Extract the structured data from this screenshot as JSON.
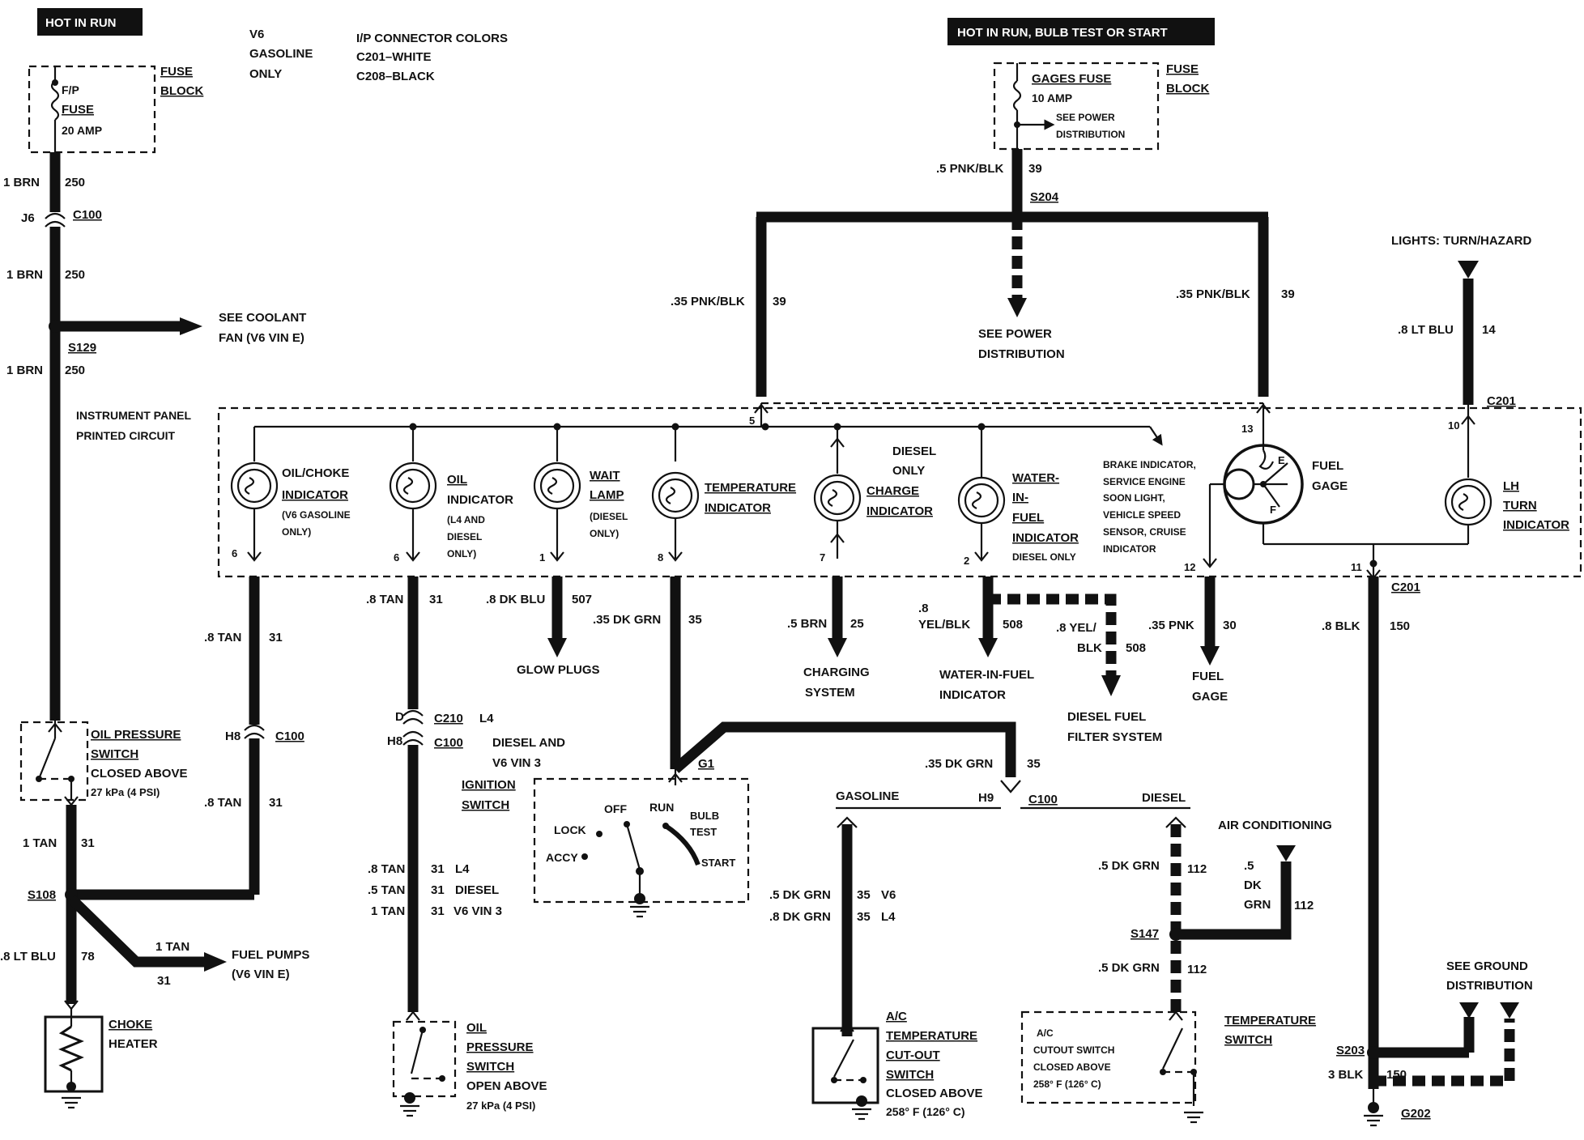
{
  "headers": {
    "hot_in_run": "HOT IN RUN",
    "hot_in_run_bulb": "HOT IN RUN, BULB TEST OR START"
  },
  "notes": {
    "v6_1": "V6",
    "v6_2": "GASOLINE",
    "v6_3": "ONLY",
    "ip_1": "I/P CONNECTOR COLORS",
    "ip_2": "C201–WHITE",
    "ip_3": "C208–BLACK"
  },
  "left_fuse": {
    "fp": "F/P",
    "fuse": "FUSE",
    "amp": "20 AMP",
    "block1": "FUSE",
    "block2": "BLOCK"
  },
  "gages_fuse": {
    "name": "GAGES FUSE",
    "amp": "10 AMP",
    "see1": "SEE POWER",
    "see2": "DISTRIBUTION",
    "block1": "FUSE",
    "block2": "BLOCK"
  },
  "left_wires": {
    "w1": "1 BRN",
    "n1": "250",
    "j6": "J6",
    "c100": "C100",
    "w2": "1 BRN",
    "n2": "250",
    "s129": "S129",
    "w3": "1 BRN",
    "n3": "250",
    "coolant1": "SEE COOLANT",
    "coolant2": "FAN (V6 VIN E)"
  },
  "top_wires": {
    "w39a": ".5 PNK/BLK",
    "n39a": "39",
    "s204": "S204",
    "w39b": ".35 PNK/BLK",
    "n39b": "39",
    "w39c": ".35 PNK/BLK",
    "n39c": "39",
    "see_power1": "SEE POWER",
    "see_power2": "DISTRIBUTION",
    "lights": "LIGHTS: TURN/HAZARD",
    "w14": ".8 LT BLU",
    "n14": "14",
    "c201": "C201"
  },
  "panel": {
    "title1": "INSTRUMENT PANEL",
    "title2": "PRINTED CIRCUIT",
    "oil_choke1": "OIL/CHOKE",
    "oil_choke2": "INDICATOR",
    "oil_choke3": "(V6 GASOLINE",
    "oil_choke4": "ONLY)",
    "oil1": "OIL",
    "oil2": "INDICATOR",
    "oil3": "(L4 AND",
    "oil4": "DIESEL",
    "oil5": "ONLY)",
    "wait1": "WAIT",
    "wait2": "LAMP",
    "wait3": "(DIESEL",
    "wait4": "ONLY)",
    "temp1": "TEMPERATURE",
    "temp2": "INDICATOR",
    "diesel1": "DIESEL",
    "diesel2": "ONLY",
    "charge1": "CHARGE",
    "charge2": "INDICATOR",
    "wif1": "WATER-",
    "wif2": "IN-",
    "wif3": "FUEL",
    "wif4": "INDICATOR",
    "wif5": "DIESEL ONLY",
    "brake1": "BRAKE INDICATOR,",
    "brake2": "SERVICE ENGINE",
    "brake3": "SOON LIGHT,",
    "brake4": "VEHICLE SPEED",
    "brake5": "SENSOR, CRUISE",
    "brake6": "INDICATOR",
    "fuel1": "FUEL",
    "fuel2": "GAGE",
    "gage_e": "E",
    "gage_f": "F",
    "lh1": "LH",
    "lh2": "TURN",
    "lh3": "INDICATOR",
    "pin5": "5",
    "pin13": "13",
    "pin10": "10",
    "pin6a": "6",
    "pin6b": "6",
    "pin1": "1",
    "pin8": "8",
    "pin7": "7",
    "pin2": "2",
    "pin12": "12",
    "pin11": "11",
    "c201b": "C201"
  },
  "lower_wires": {
    "w31a": ".8 TAN",
    "n31a": "31",
    "w31b": ".8 TAN",
    "n31b": "31",
    "w507": ".8 DK BLU",
    "n507": "507",
    "w35": ".35 DK GRN",
    "n35": "35",
    "w25": ".5 BRN",
    "n25": "25",
    "w508a1": ".8",
    "w508a2": "YEL/BLK",
    "n508a": "508",
    "w508b1": ".8 YEL/",
    "w508b2": "BLK",
    "n508b": "508",
    "w30": ".35 PNK",
    "n30": "30",
    "w150": ".8 BLK",
    "n150": "150",
    "glow": "GLOW PLUGS",
    "charging1": "CHARGING",
    "charging2": "SYSTEM",
    "wifind1": "WATER-IN-FUEL",
    "wifind2": "INDICATOR",
    "dfuel1": "DIESEL FUEL",
    "dfuel2": "FILTER SYSTEM",
    "fgage1": "FUEL",
    "fgage2": "GAGE"
  },
  "oil_switch": {
    "h8": "H8",
    "c100": "C100",
    "w31": ".8 TAN",
    "n31": "31",
    "name1": "OIL PRESSURE",
    "name2": "SWITCH",
    "name3": "CLOSED ABOVE",
    "name4": "27 kPa (4 PSI)",
    "wtan": "1 TAN",
    "ntan": "31",
    "s108": "S108",
    "wlt": ".8 LT BLU",
    "nlt": "78",
    "fp_w": "1 TAN",
    "fp_n": "31",
    "fp1": "FUEL PUMPS",
    "fp2": "(V6 VIN E)",
    "choke1": "CHOKE",
    "choke2": "HEATER"
  },
  "oil_switch2": {
    "d": "D",
    "c210": "C210",
    "l4": "L4",
    "h8": "H8",
    "c100": "C100",
    "dsl1": "DIESEL AND",
    "dsl2": "V6 VIN 3",
    "r1w": ".8 TAN",
    "r1n": "31",
    "r1s": "L4",
    "r2w": ".5 TAN",
    "r2n": "31",
    "r2s": "DIESEL",
    "r3w": "1 TAN",
    "r3n": "31",
    "r3s": "V6 VIN 3",
    "name1": "OIL",
    "name2": "PRESSURE",
    "name3": "SWITCH",
    "name4": "OPEN ABOVE",
    "name5": "27 kPa (4 PSI)"
  },
  "ignition": {
    "name1": "IGNITION",
    "name2": "SWITCH",
    "g1": "G1",
    "lock": "LOCK",
    "off": "OFF",
    "run": "RUN",
    "bulb1": "BULB",
    "bulb2": "TEST",
    "accy": "ACCY",
    "start": "START"
  },
  "temp_switch": {
    "w35": ".35 DK GRN",
    "n35": "35",
    "h9": "H9",
    "c100": "C100",
    "gasoline": "GASOLINE",
    "diesel": "DIESEL",
    "aircon": "AIR CONDITIONING",
    "gw1": ".5 DK GRN",
    "gn1": "35",
    "gs1": "V6",
    "gw2": ".8 DK GRN",
    "gn2": "35",
    "gs2": "L4",
    "dw1": ".5 DK GRN",
    "dn1": "112",
    "aw1": ".5",
    "aw2": "DK",
    "aw3": "GRN",
    "an": "112",
    "s147": "S147",
    "dw2": ".5 DK GRN",
    "dn2": "112",
    "ac1": "A/C",
    "ac2": "TEMPERATURE",
    "ac3": "CUT-OUT",
    "ac4": "SWITCH",
    "ac5": "CLOSED ABOVE",
    "ac6": "258° F (126° C)",
    "ts1": "TEMPERATURE",
    "ts2": "SWITCH",
    "tb1": "A/C",
    "tb2": "CUTOUT SWITCH",
    "tb3": "CLOSED ABOVE",
    "tb4": "258° F (126° C)"
  },
  "ground": {
    "see1": "SEE GROUND",
    "see2": "DISTRIBUTION",
    "s203": "S203",
    "w3": "3 BLK",
    "n150": "150",
    "g202": "G202"
  }
}
